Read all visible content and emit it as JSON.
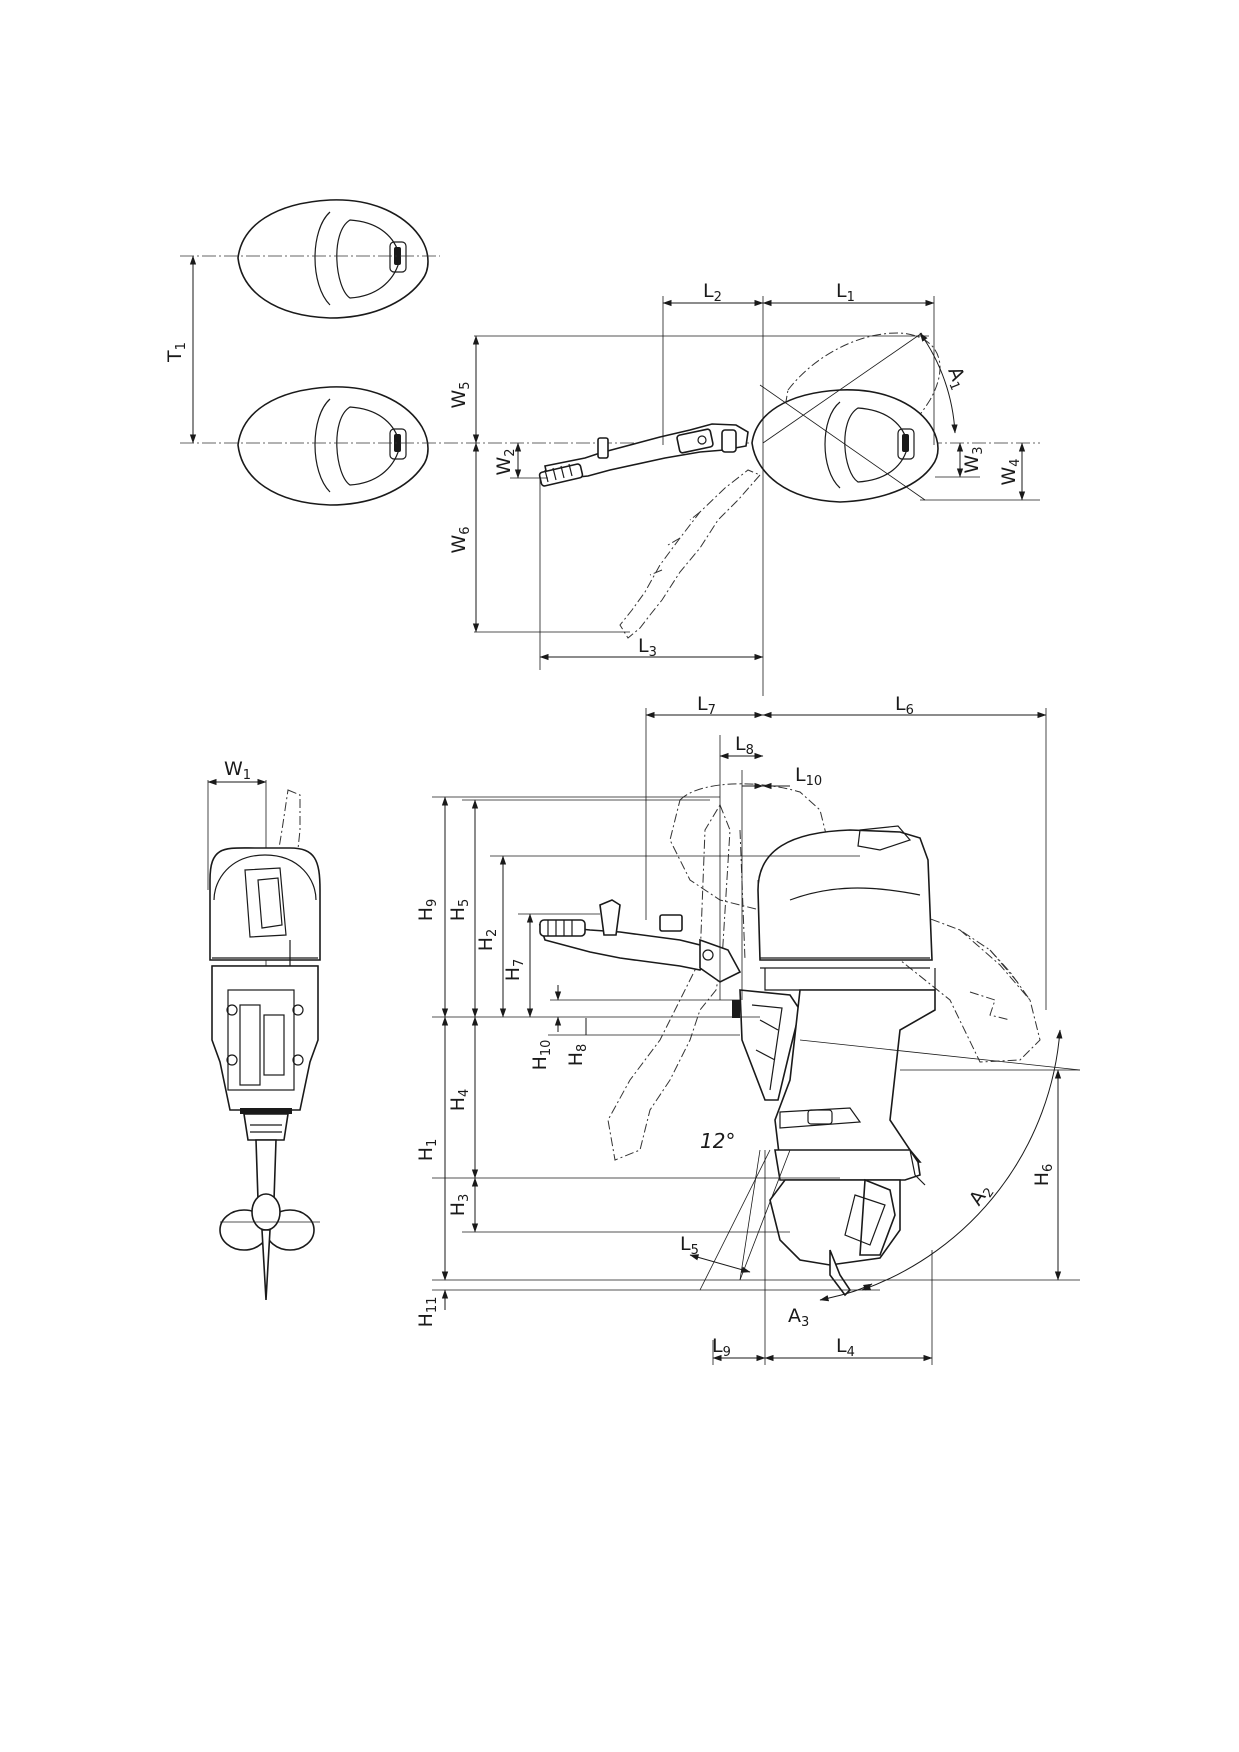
{
  "labels": {
    "T1": {
      "base": "T",
      "sub": "1"
    },
    "L1": {
      "base": "L",
      "sub": "1"
    },
    "L2": {
      "base": "L",
      "sub": "2"
    },
    "L3": {
      "base": "L",
      "sub": "3"
    },
    "L4": {
      "base": "L",
      "sub": "4"
    },
    "L5": {
      "base": "L",
      "sub": "5"
    },
    "L6": {
      "base": "L",
      "sub": "6"
    },
    "L7": {
      "base": "L",
      "sub": "7"
    },
    "L8": {
      "base": "L",
      "sub": "8"
    },
    "L9": {
      "base": "L",
      "sub": "9"
    },
    "L10": {
      "base": "L",
      "sub": "10"
    },
    "W1": {
      "base": "W",
      "sub": "1"
    },
    "W2": {
      "base": "W",
      "sub": "2"
    },
    "W3": {
      "base": "W",
      "sub": "3"
    },
    "W4": {
      "base": "W",
      "sub": "4"
    },
    "W5": {
      "base": "W",
      "sub": "5"
    },
    "W6": {
      "base": "W",
      "sub": "6"
    },
    "H1": {
      "base": "H",
      "sub": "1"
    },
    "H2": {
      "base": "H",
      "sub": "2"
    },
    "H3": {
      "base": "H",
      "sub": "3"
    },
    "H4": {
      "base": "H",
      "sub": "4"
    },
    "H5": {
      "base": "H",
      "sub": "5"
    },
    "H6": {
      "base": "H",
      "sub": "6"
    },
    "H7": {
      "base": "H",
      "sub": "7"
    },
    "H8": {
      "base": "H",
      "sub": "8"
    },
    "H9": {
      "base": "H",
      "sub": "9"
    },
    "H10": {
      "base": "H",
      "sub": "10"
    },
    "H11": {
      "base": "H",
      "sub": "11"
    },
    "A1": {
      "base": "A",
      "sub": "1"
    },
    "A2": {
      "base": "A",
      "sub": "2"
    },
    "A3": {
      "base": "A",
      "sub": "3"
    }
  },
  "angle_label": "12°",
  "colors": {
    "ink": "#1a1a1a",
    "paper": "#ffffff"
  }
}
